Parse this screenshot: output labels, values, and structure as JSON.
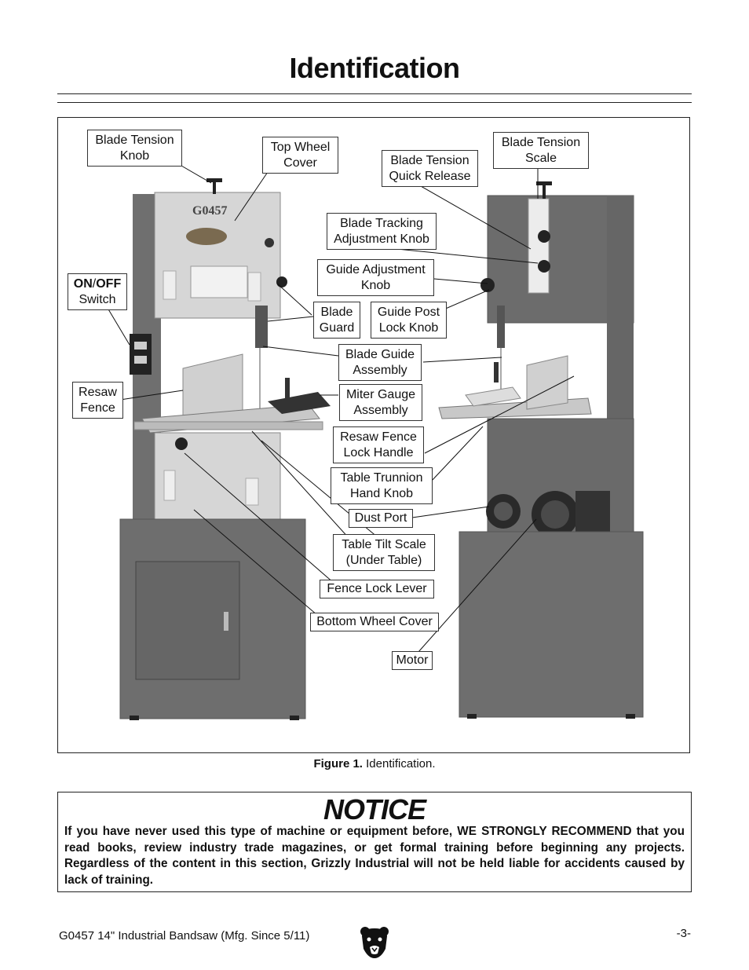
{
  "page": {
    "title": "Identification"
  },
  "callouts": {
    "blade_tension_knob": [
      "Blade Tension",
      "Knob"
    ],
    "top_wheel_cover": [
      "Top Wheel",
      "Cover"
    ],
    "blade_tension_quick_release": [
      "Blade Tension",
      "Quick Release"
    ],
    "blade_tension_scale": [
      "Blade Tension",
      "Scale"
    ],
    "blade_tracking_adjustment_knob": [
      "Blade Tracking",
      "Adjustment Knob"
    ],
    "guide_adjustment_knob": [
      "Guide Adjustment",
      "Knob"
    ],
    "on_off_switch": {
      "on": "ON",
      "slash": "/",
      "off": "OFF",
      "line2": "Switch"
    },
    "blade_guard": [
      "Blade",
      "Guard"
    ],
    "guide_post_lock_knob": [
      "Guide Post",
      "Lock Knob"
    ],
    "blade_guide_assembly": [
      "Blade Guide",
      "Assembly"
    ],
    "resaw_fence": [
      "Resaw",
      "Fence"
    ],
    "miter_gauge_assembly": [
      "Miter Gauge",
      "Assembly"
    ],
    "resaw_fence_lock_handle": [
      "Resaw Fence",
      "Lock Handle"
    ],
    "table_trunnion_hand_knob": [
      "Table Trunnion",
      "Hand Knob"
    ],
    "dust_port": "Dust Port",
    "table_tilt_scale": [
      "Table Tilt Scale",
      "(Under Table)"
    ],
    "fence_lock_lever": "Fence Lock Lever",
    "bottom_wheel_cover": "Bottom Wheel Cover",
    "motor": "Motor"
  },
  "machine": {
    "model_label": "G0457"
  },
  "figure": {
    "label": "Figure 1.",
    "caption": "Identification."
  },
  "notice": {
    "title": "NOTICE",
    "text": "If you have never used this type of machine or equipment before, WE STRONGLY RECOMMEND that you read books, review industry trade magazines, or get formal training before beginning any projects. Regardless of the content in this section, Grizzly Industrial will not be held liable for accidents caused by lack of training."
  },
  "footer": {
    "left": "G0457 14\" Industrial Bandsaw (Mfg. Since 5/11)",
    "page_number": "-3-"
  },
  "icons": {
    "logo": "grizzly-bear-logo-icon"
  },
  "colors": {
    "machine_body": "#6f6f6f",
    "cover": "#d9d9d9",
    "border": "#222222"
  }
}
